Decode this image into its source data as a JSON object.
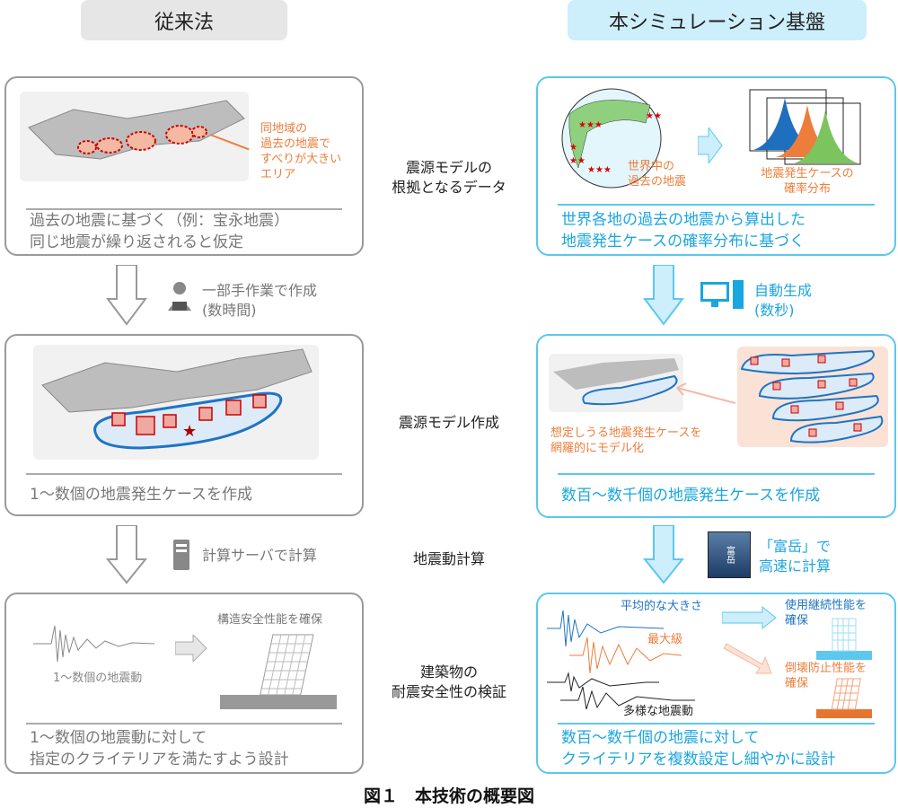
{
  "headers": {
    "left": "従来法",
    "right": "本シミュレーション基盤"
  },
  "stages": [
    {
      "label_lines": [
        "震源モデルの",
        "根拠となるデータ"
      ]
    },
    {
      "label_lines": [
        "震源モデル作成"
      ]
    },
    {
      "label_lines": [
        "地震動計算"
      ]
    },
    {
      "label_lines": [
        "建築物の",
        "耐震安全性の検証"
      ]
    }
  ],
  "left": {
    "box1": {
      "annotation": [
        "同地域の",
        "過去の地震で",
        "すべりが大きい",
        "エリア"
      ],
      "text": [
        "過去の地震に基づく（例：宝永地震）",
        "同じ地震が繰り返されると仮定"
      ]
    },
    "step1": {
      "icon": "person-at-computer-icon",
      "text": [
        "一部手作業で作成",
        "(数時間)"
      ]
    },
    "box2": {
      "text": [
        "1～数個の地震発生ケースを作成"
      ]
    },
    "step2": {
      "icon": "server-icon",
      "text": [
        "計算サーバで計算"
      ]
    },
    "box3": {
      "wave_label": "1～数個の地震動",
      "building_label": "構造安全性能を確保",
      "text": [
        "1～数個の地震動に対して",
        "指定のクライテリアを満たすよう設計"
      ]
    }
  },
  "right": {
    "box1": {
      "globe_label": [
        "世界中の",
        "過去の地震"
      ],
      "hist_label": [
        "地震発生ケースの",
        "確率分布"
      ],
      "text": [
        "世界各地の過去の地震から算出した",
        "地震発生ケースの確率分布に基づく"
      ]
    },
    "step1": {
      "icon": "desktop-computer-icon",
      "text": [
        "自動生成",
        "(数秒)"
      ]
    },
    "box2": {
      "annotation": [
        "想定しうる地震発生ケースを",
        "網羅的にモデル化"
      ],
      "text": [
        "数百～数千個の地震発生ケースを作成"
      ]
    },
    "step2": {
      "icon": "supercomputer-icon",
      "icon_text": "富岳",
      "text": [
        "「富岳」で",
        "高速に計算"
      ]
    },
    "box3": {
      "avg_label": "平均的な大きさ",
      "max_label": "最大級",
      "diverse_label": "多様な地震動",
      "service_label": [
        "使用継続性能を",
        "確保"
      ],
      "collapse_label": [
        "倒壊防止性能を",
        "確保"
      ],
      "text": [
        "数百～数千個の地震に対して",
        "クライテリアを複数設定し細やかに設計"
      ]
    }
  },
  "caption": "図１　本技術の概要図",
  "colors": {
    "blue": "#1aa6e0",
    "orange": "#ee7d3b",
    "gray": "#9a9a9a",
    "pill_gray": "#e6e6e6",
    "pill_blue": "#cdeefb"
  }
}
